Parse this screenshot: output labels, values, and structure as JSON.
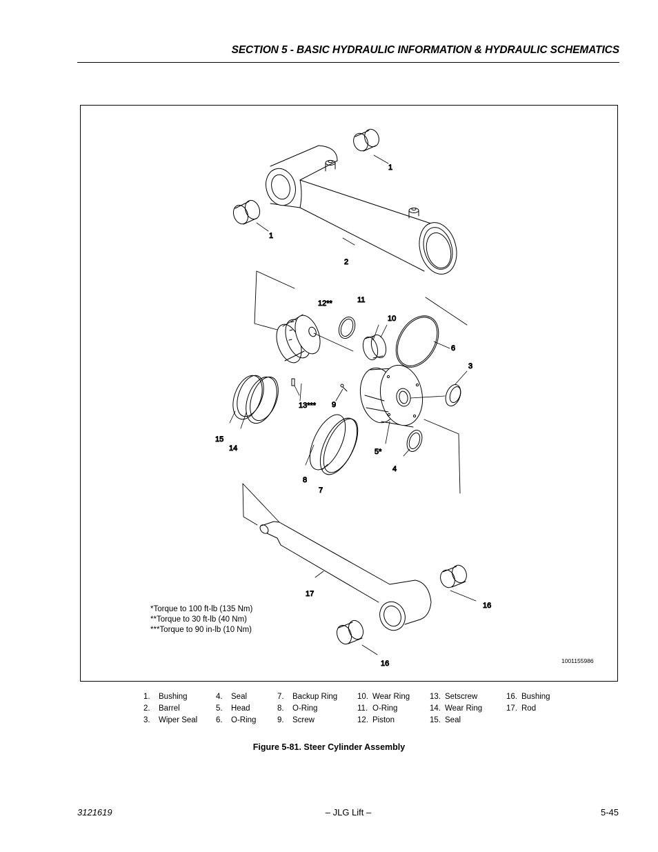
{
  "header": {
    "title": "SECTION 5 - BASIC HYDRAULIC INFORMATION & HYDRAULIC SCHEMATICS"
  },
  "figure": {
    "callouts": {
      "c1a": "1",
      "c1b": "1",
      "c2": "2",
      "c12": "12**",
      "c11": "11",
      "c10": "10",
      "c6": "6",
      "c3": "3",
      "c13": "13***",
      "c9": "9",
      "c15": "15",
      "c14": "14",
      "c5": "5*",
      "c4": "4",
      "c8": "8",
      "c7": "7",
      "c17": "17",
      "c16a": "16",
      "c16b": "16"
    },
    "torque_notes": [
      "*Torque to 100 ft-lb (135 Nm)",
      "**Torque to 30 ft-lb (40 Nm)",
      "***Torque to 90 in-lb (10 Nm)"
    ],
    "drawing_number": "1001155986"
  },
  "legend": [
    [
      {
        "num": "1.",
        "label": "Bushing"
      },
      {
        "num": "2.",
        "label": "Barrel"
      },
      {
        "num": "3.",
        "label": "Wiper Seal"
      }
    ],
    [
      {
        "num": "4.",
        "label": "Seal"
      },
      {
        "num": "5.",
        "label": "Head"
      },
      {
        "num": "6.",
        "label": "O-Ring"
      }
    ],
    [
      {
        "num": "7.",
        "label": "Backup Ring"
      },
      {
        "num": "8.",
        "label": "O-Ring"
      },
      {
        "num": "9.",
        "label": "Screw"
      }
    ],
    [
      {
        "num": "10.",
        "label": "Wear Ring"
      },
      {
        "num": "11.",
        "label": "O-Ring"
      },
      {
        "num": "12.",
        "label": "Piston"
      }
    ],
    [
      {
        "num": "13.",
        "label": "Setscrew"
      },
      {
        "num": "14.",
        "label": "Wear Ring"
      },
      {
        "num": "15.",
        "label": "Seal"
      }
    ],
    [
      {
        "num": "16.",
        "label": "Bushing"
      },
      {
        "num": "17.",
        "label": "Rod"
      }
    ]
  ],
  "caption": "Figure 5-81.  Steer Cylinder Assembly",
  "footer": {
    "doc_number": "3121619",
    "center": "– JLG Lift –",
    "page": "5-45"
  }
}
